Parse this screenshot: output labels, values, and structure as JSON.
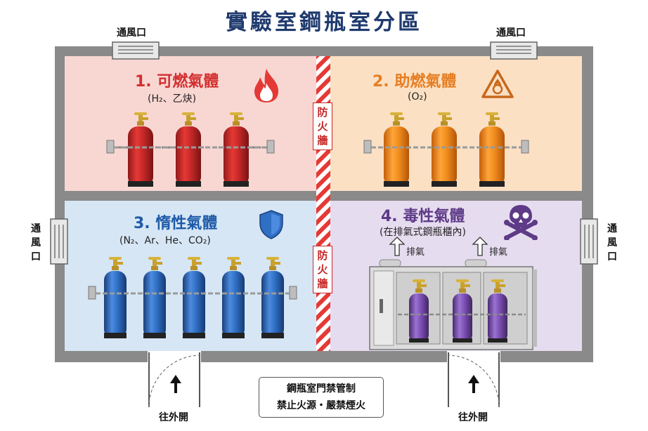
{
  "title": "實驗室鋼瓶室分區",
  "vents": {
    "top_left": "通風口",
    "top_right": "通風口",
    "left": [
      "通",
      "風",
      "口"
    ],
    "right": [
      "通",
      "風",
      "口"
    ]
  },
  "firewall": [
    "防",
    "火",
    "牆"
  ],
  "zones": [
    {
      "title": "1. 可燃氣體",
      "subtitle": "(H₂、乙炔)",
      "icon": "flame-icon",
      "color": "#d32f2f",
      "bg": "#f8d7d3"
    },
    {
      "title": "2. 助燃氣體",
      "subtitle": "(O₂)",
      "icon": "oxidizer-warning-icon",
      "color": "#e67e22",
      "bg": "#fbe0c4"
    },
    {
      "title": "3. 惰性氣體",
      "subtitle": "(N₂、Ar、He、CO₂)",
      "icon": "shield-icon",
      "color": "#1e5aa8",
      "bg": "#d6e6f5"
    },
    {
      "title": "4. 毒性氣體",
      "subtitle": "(在排氣式鋼瓶櫃內)",
      "icon": "skull-crossbones-icon",
      "color": "#5e3a87",
      "bg": "#e6dcef"
    }
  ],
  "exhaust": [
    "排氣",
    "排氣"
  ],
  "doors": [
    "往外開",
    "往外開"
  ],
  "notice": [
    "鋼瓶室門禁管制",
    "禁止火源・嚴禁煙火"
  ],
  "colors": {
    "wall": "#8a8a8a",
    "red_cyl": "#c62828",
    "orange_cyl": "#f08c1e",
    "blue_cyl": "#2f6fc4",
    "purple_cyl": "#7b4fb6"
  }
}
